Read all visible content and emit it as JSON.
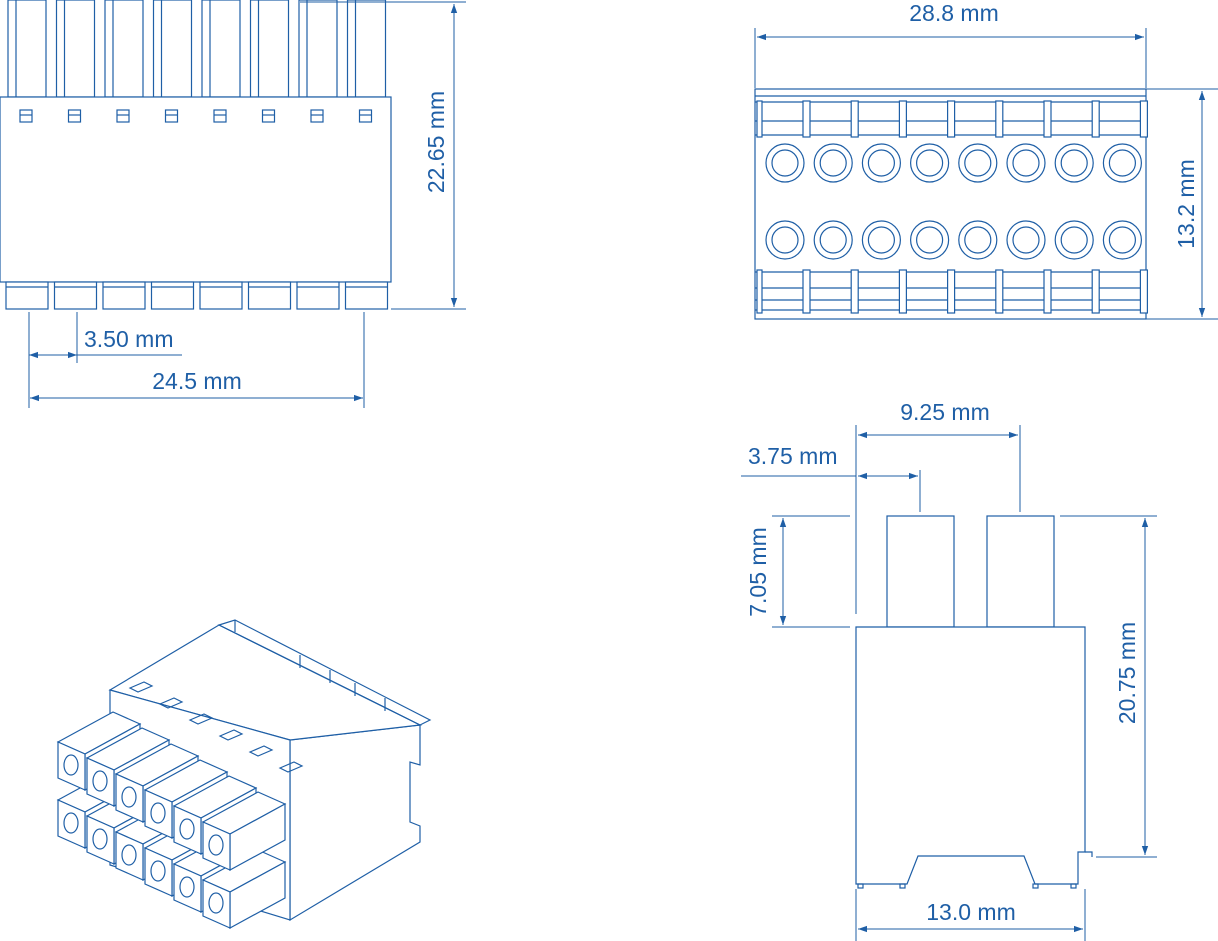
{
  "dimensions": {
    "front_height": "22.65 mm",
    "pin_pitch": "3.50 mm",
    "front_width": "24.5 mm",
    "top_width": "28.8 mm",
    "top_depth": "13.2 mm",
    "side_offset_short": "3.75 mm",
    "side_offset_long": "9.25 mm",
    "side_pin_height": "7.05 mm",
    "side_body_height": "20.75 mm",
    "side_width": "13.0 mm"
  },
  "colors": {
    "line": "#1f5fa6",
    "background": "#ffffff"
  },
  "pin_count": 8
}
